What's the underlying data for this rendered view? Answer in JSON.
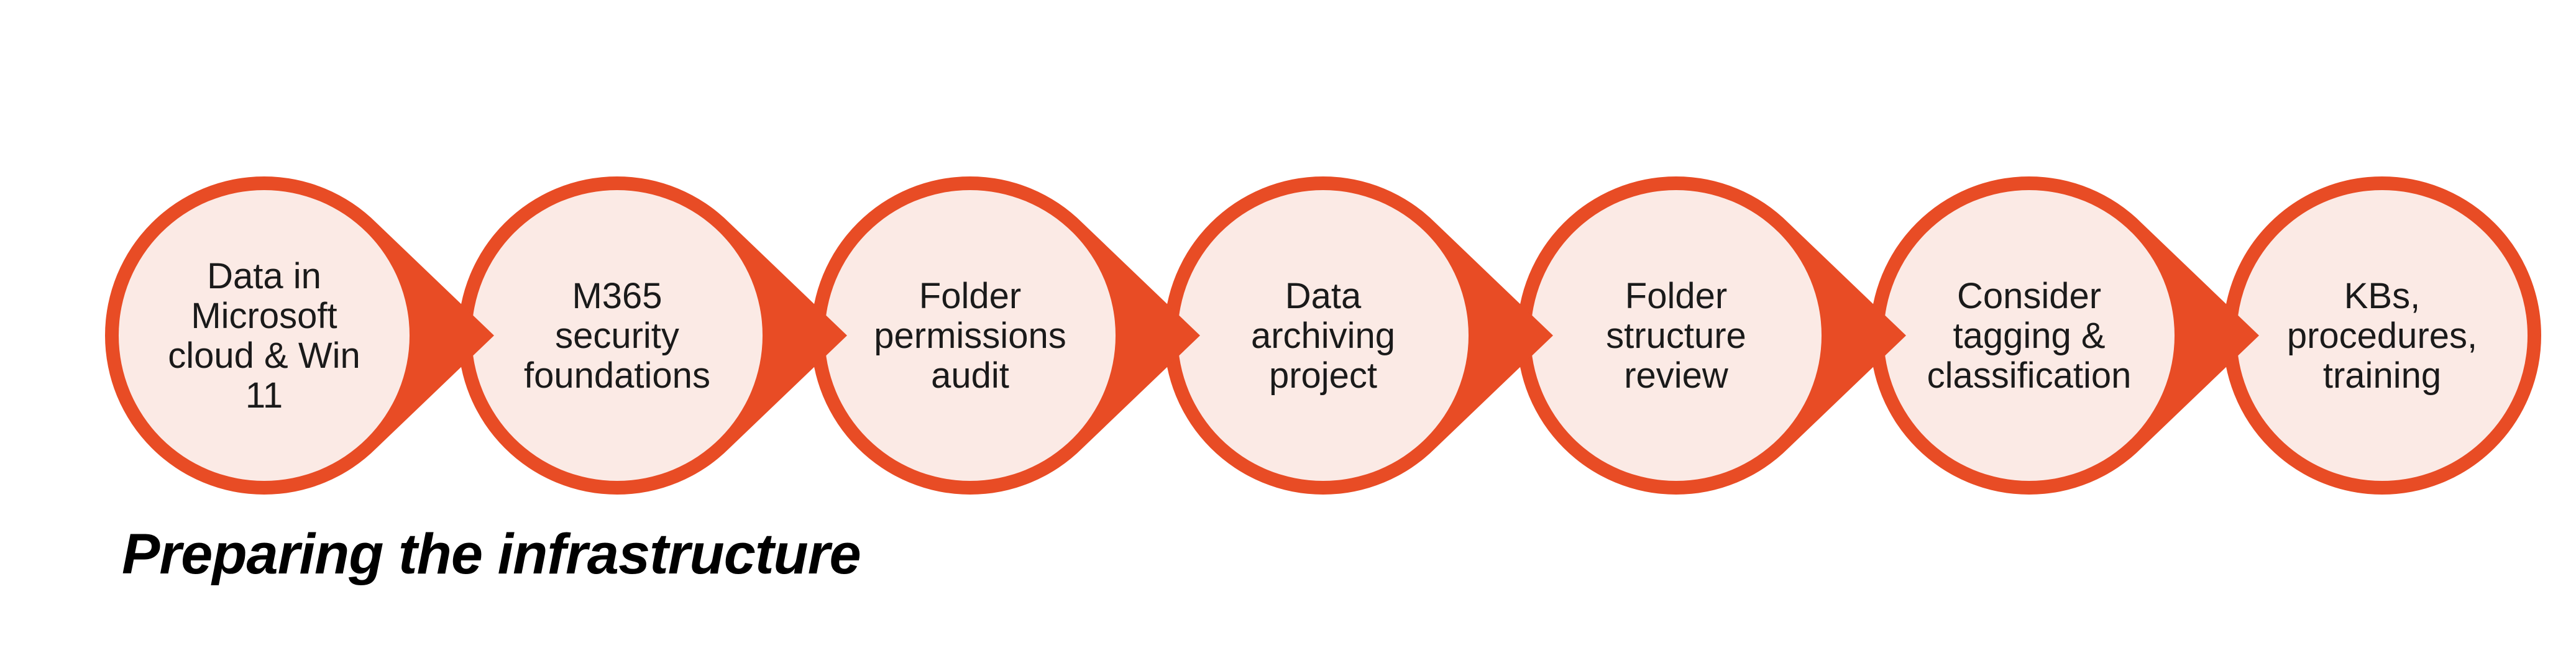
{
  "diagram": {
    "type": "process-flow",
    "caption": "Preparing the infrastructure",
    "colors": {
      "accent": "#E84C25",
      "circle_fill": "#FBEAE5",
      "text": "#1a1a1a"
    },
    "steps": [
      {
        "lines": [
          "Data in",
          "Microsoft",
          "cloud & Win",
          "11"
        ]
      },
      {
        "lines": [
          "M365",
          "security",
          "foundations"
        ]
      },
      {
        "lines": [
          "Folder",
          "permissions",
          "audit"
        ]
      },
      {
        "lines": [
          "Data",
          "archiving",
          "project"
        ]
      },
      {
        "lines": [
          "Folder",
          "structure",
          "review"
        ]
      },
      {
        "lines": [
          "Consider",
          "tagging &",
          "classification"
        ]
      },
      {
        "lines": [
          "KBs,",
          "procedures,",
          "training"
        ]
      }
    ]
  }
}
